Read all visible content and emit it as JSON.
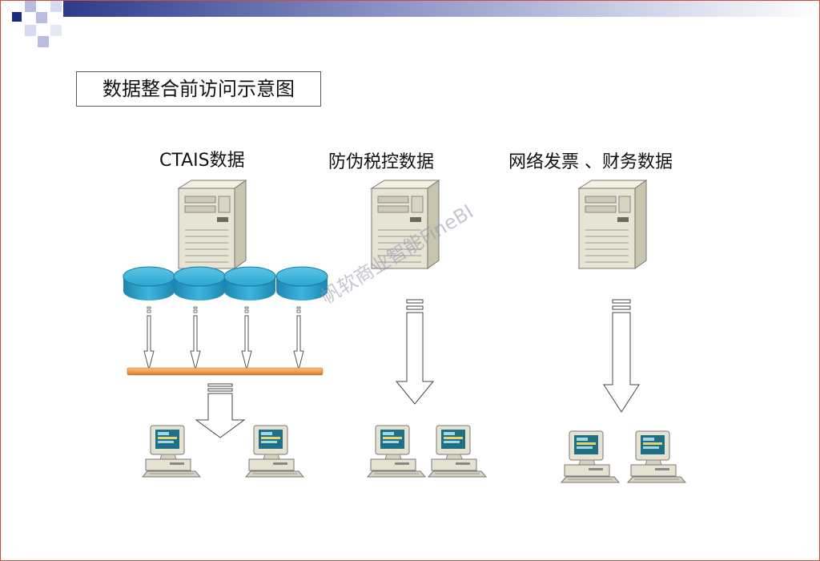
{
  "title": "数据整合前访问示意图",
  "watermark": "帆软商业智能FineBI",
  "columns": [
    {
      "label": "CTAIS数据",
      "database_count": 4,
      "client_count": 2
    },
    {
      "label": "防伪税控数据",
      "database_count": 0,
      "client_count": 2
    },
    {
      "label": "网络发票 、财务数据",
      "database_count": 0,
      "client_count": 2
    }
  ],
  "colors": {
    "header_bar": "#2e3a8c",
    "header_fade": "#ffffff",
    "frame": "#c9503c",
    "database": "#2aa7cf",
    "bus": "#f0a050",
    "server": "#e8e4d4"
  }
}
